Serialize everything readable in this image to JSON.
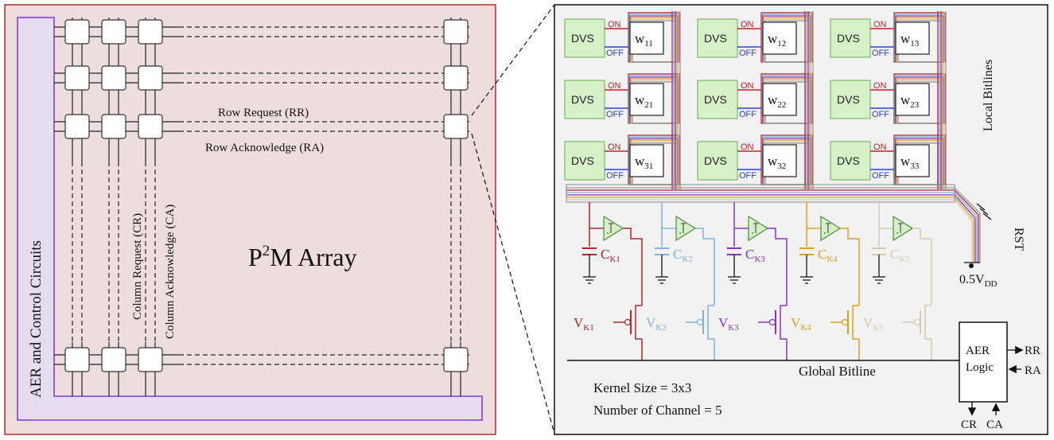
{
  "left_panel": {
    "aer_label": "AER and Control Circuits",
    "row_request": "Row Request (RR)",
    "row_ack": "Row Acknowledge (RA)",
    "col_request": "Column Request (CR)",
    "col_ack": "Column Acknowledge (CA)",
    "array_title_p": "P",
    "array_title_sup": "2",
    "array_title_rest": "M Array"
  },
  "right_panel": {
    "local_bitlines": "Local Bitlines",
    "rst": "RST",
    "vdd_main": "0.5V",
    "vdd_sub": "DD",
    "global_bitline": "Global Bitline",
    "kernel_size": "Kernel Size = 3x3",
    "channels": "Number of Channel = 5",
    "aer_logic_1": "AER",
    "aer_logic_2": "Logic",
    "rr": "RR",
    "ra": "RA",
    "cr": "CR",
    "ca": "CA",
    "dvs_label": "DVS",
    "on_label": "ON",
    "off_label": "OFF",
    "cells": [
      {
        "w": "w",
        "sub": "11"
      },
      {
        "w": "w",
        "sub": "12"
      },
      {
        "w": "w",
        "sub": "13"
      },
      {
        "w": "w",
        "sub": "21"
      },
      {
        "w": "w",
        "sub": "22"
      },
      {
        "w": "w",
        "sub": "23"
      },
      {
        "w": "w",
        "sub": "31"
      },
      {
        "w": "w",
        "sub": "32"
      },
      {
        "w": "w",
        "sub": "33"
      }
    ],
    "channels_list": [
      {
        "c": "C",
        "cs": "K1",
        "v": "V",
        "vs": "K1",
        "color": "#b3262e"
      },
      {
        "c": "C",
        "cs": "K2",
        "v": "V",
        "vs": "K2",
        "color": "#7fb2e0"
      },
      {
        "c": "C",
        "cs": "K3",
        "v": "V",
        "vs": "K3",
        "color": "#8a35c0"
      },
      {
        "c": "C",
        "cs": "K4",
        "v": "V",
        "vs": "K4",
        "color": "#e0a11f"
      },
      {
        "c": "C",
        "cs": "K5",
        "v": "V",
        "vs": "K5",
        "color": "#d9c9a8"
      }
    ]
  },
  "colors": {
    "array_bg": "#eedddd",
    "array_border": "#b52a2a",
    "aer_strip": "#e6dcef",
    "aer_strip_border": "#7a3bd0",
    "dvs_fill": "#d6f0c8",
    "dvs_border": "#7fb86c",
    "on_color": "#c8202a",
    "off_color": "#2b3fd6"
  }
}
